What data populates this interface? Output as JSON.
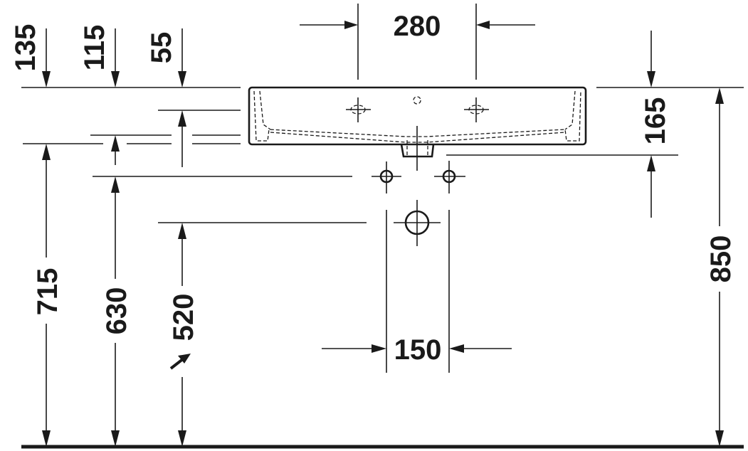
{
  "drawing": {
    "type": "washbasin-side-elevation",
    "units": "mm",
    "colors": {
      "line": "#1a1a1a",
      "background": "#ffffff"
    }
  },
  "dimensions": {
    "tap_hole_spacing": "280",
    "top_to_tap_135": "135",
    "top_to_tap_115": "115",
    "top_to_tap_55": "55",
    "basin_height": "165",
    "rim_height": "850",
    "height_715": "715",
    "height_630": "630",
    "height_520": "520",
    "waste_spacing": "150"
  }
}
